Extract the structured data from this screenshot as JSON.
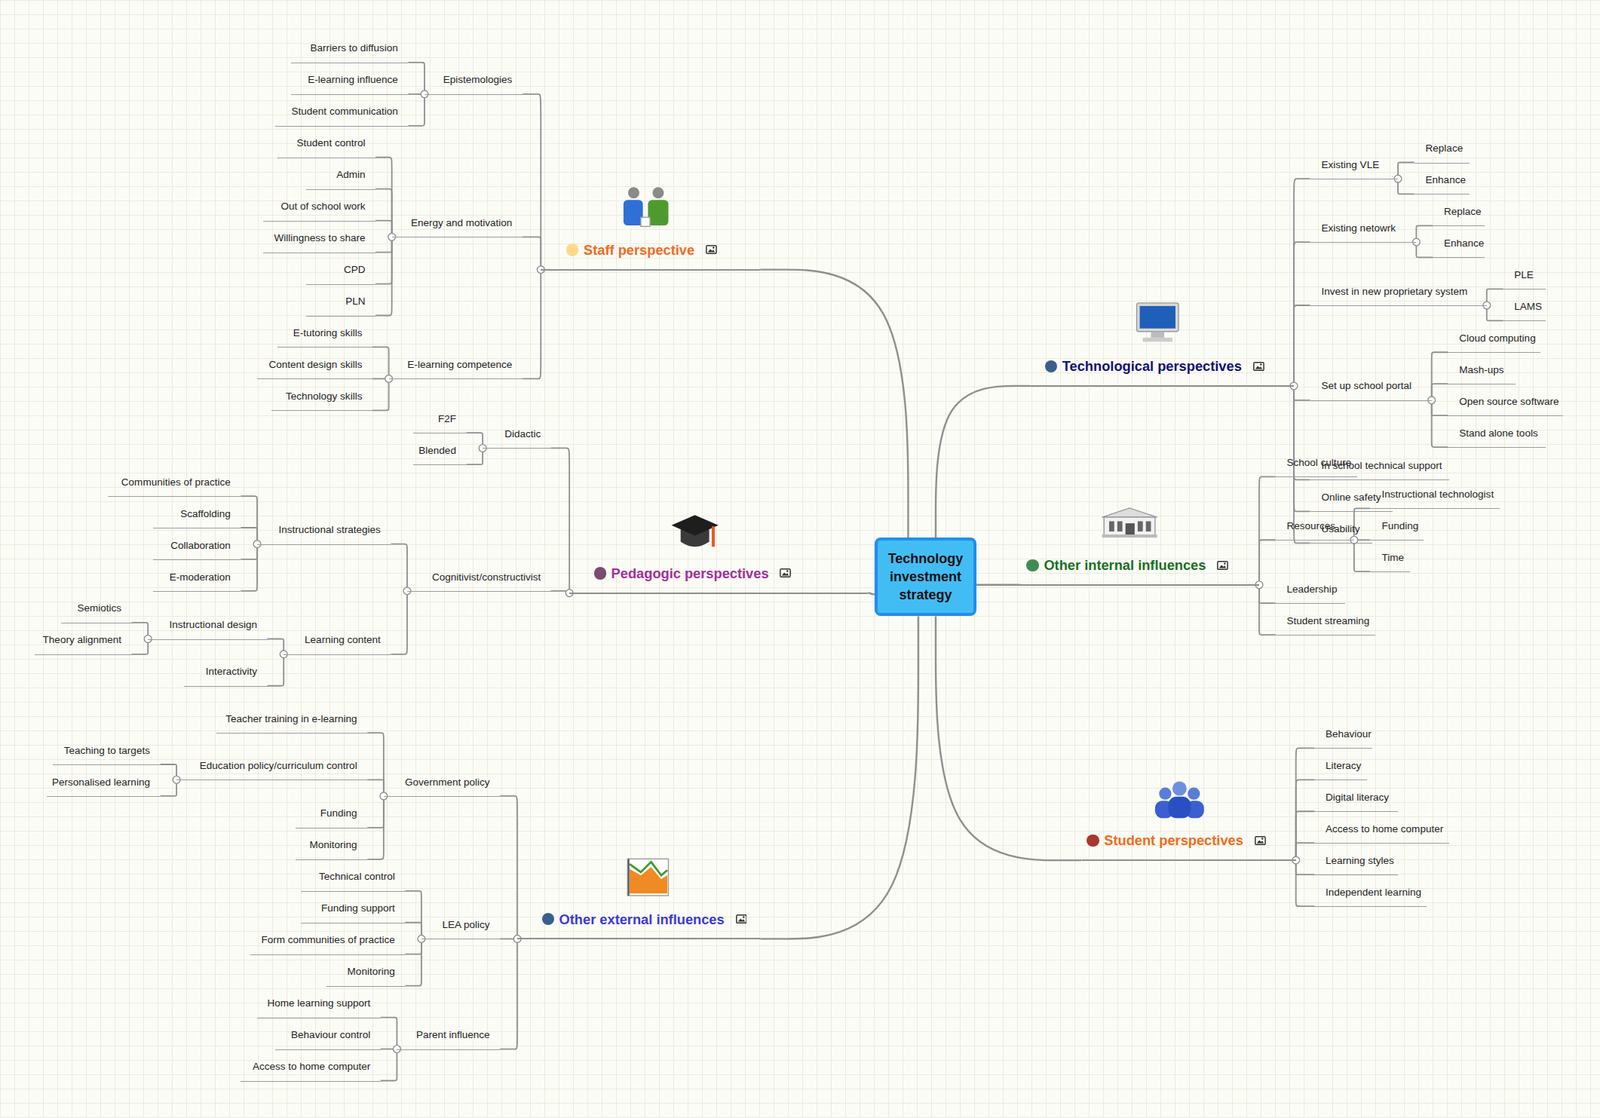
{
  "diagram": {
    "nodes": [
      {
        "text": [
          "Technology investment strategy"
        ]
      },
      {
        "text": [
          "Staff perspective"
        ]
      },
      {
        "text": [
          "Epistemologies"
        ]
      },
      {
        "text": [
          "Barriers to diffusion"
        ]
      },
      {
        "text": [
          "E-learning influence"
        ]
      },
      {
        "text": [
          "Student communication"
        ]
      },
      {
        "text": [
          "Energy and motivation"
        ]
      },
      {
        "text": [
          "Student control"
        ]
      },
      {
        "text": [
          "Admin"
        ]
      },
      {
        "text": [
          "Out of school work"
        ]
      },
      {
        "text": [
          "Willingness to share"
        ]
      },
      {
        "text": [
          "CPD"
        ]
      },
      {
        "text": [
          "PLN"
        ]
      },
      {
        "text": [
          "E-learning competence"
        ]
      },
      {
        "text": [
          "E-tutoring skills"
        ]
      },
      {
        "text": [
          "Content design skills"
        ]
      },
      {
        "text": [
          "Technology skills"
        ]
      },
      {
        "text": [
          "Pedagogic perspectives"
        ]
      },
      {
        "text": [
          "Didactic"
        ]
      },
      {
        "text": [
          "F2F"
        ]
      },
      {
        "text": [
          "Blended"
        ]
      },
      {
        "text": [
          "Cognitivist/constructivist"
        ]
      },
      {
        "text": [
          "Instructional strategies"
        ]
      },
      {
        "text": [
          "Communities of practice"
        ]
      },
      {
        "text": [
          "Scaffolding"
        ]
      },
      {
        "text": [
          "Collaboration"
        ]
      },
      {
        "text": [
          "E-moderation"
        ]
      },
      {
        "text": [
          "Learning content"
        ]
      },
      {
        "text": [
          "Instructional design"
        ]
      },
      {
        "text": [
          "Semiotics"
        ]
      },
      {
        "text": [
          "Theory alignment"
        ]
      },
      {
        "text": [
          "Interactivity"
        ]
      },
      {
        "text": [
          "Other external influences"
        ]
      },
      {
        "text": [
          "Government policy"
        ]
      },
      {
        "text": [
          "Teacher training in e-learning"
        ]
      },
      {
        "text": [
          "Education policy/curriculum control"
        ]
      },
      {
        "text": [
          "Teaching to targets"
        ]
      },
      {
        "text": [
          "Personalised learning"
        ]
      },
      {
        "text": [
          "Funding"
        ]
      },
      {
        "text": [
          "Monitoring"
        ]
      },
      {
        "text": [
          "LEA policy"
        ]
      },
      {
        "text": [
          "Technical control"
        ]
      },
      {
        "text": [
          "Funding support"
        ]
      },
      {
        "text": [
          "Form communities of practice"
        ]
      },
      {
        "text": [
          "Monitoring"
        ]
      },
      {
        "text": [
          "Parent influence"
        ]
      },
      {
        "text": [
          "Home learning support"
        ]
      },
      {
        "text": [
          "Behaviour control"
        ]
      },
      {
        "text": [
          "Access to home computer"
        ]
      },
      {
        "text": [
          "Technological perspectives"
        ]
      },
      {
        "text": [
          "Existing VLE"
        ]
      },
      {
        "text": [
          "Replace"
        ]
      },
      {
        "text": [
          "Enhance"
        ]
      },
      {
        "text": [
          "Existing netowrk"
        ]
      },
      {
        "text": [
          "Replace"
        ]
      },
      {
        "text": [
          "Enhance"
        ]
      },
      {
        "text": [
          "Invest in new proprietary system"
        ]
      },
      {
        "text": [
          "PLE"
        ]
      },
      {
        "text": [
          "LAMS"
        ]
      },
      {
        "text": [
          "Set up school portal"
        ]
      },
      {
        "text": [
          "Cloud computing"
        ]
      },
      {
        "text": [
          "Mash-ups"
        ]
      },
      {
        "text": [
          "Open source software"
        ]
      },
      {
        "text": [
          "Stand alone tools"
        ]
      },
      {
        "text": [
          "In school technical support"
        ]
      },
      {
        "text": [
          "Online safety"
        ]
      },
      {
        "text": [
          "Usability"
        ]
      },
      {
        "text": [
          "Other internal influences"
        ]
      },
      {
        "text": [
          "School culture"
        ]
      },
      {
        "text": [
          "Resources"
        ]
      },
      {
        "text": [
          "Instructional technologist"
        ]
      },
      {
        "text": [
          "Funding"
        ]
      },
      {
        "text": [
          "Time"
        ]
      },
      {
        "text": [
          "Leadership"
        ]
      },
      {
        "text": [
          "Student streaming"
        ]
      },
      {
        "text": [
          "Student perspectives"
        ]
      },
      {
        "text": [
          "Behaviour"
        ]
      },
      {
        "text": [
          "Literacy"
        ]
      },
      {
        "text": [
          "Digital literacy"
        ]
      },
      {
        "text": [
          "Access to home computer"
        ]
      },
      {
        "text": [
          "Learning styles"
        ]
      },
      {
        "text": [
          "Independent learning"
        ]
      }
    ],
    "edges": [
      {
        "from": 0,
        "to": 1,
        "arrow": "none"
      },
      {
        "from": 1,
        "to": 2,
        "arrow": "none"
      },
      {
        "from": 2,
        "to": 3,
        "arrow": "none"
      },
      {
        "from": 2,
        "to": 4,
        "arrow": "none"
      },
      {
        "from": 2,
        "to": 5,
        "arrow": "none"
      },
      {
        "from": 1,
        "to": 6,
        "arrow": "none"
      },
      {
        "from": 6,
        "to": 7,
        "arrow": "none"
      },
      {
        "from": 6,
        "to": 8,
        "arrow": "none"
      },
      {
        "from": 6,
        "to": 9,
        "arrow": "none"
      },
      {
        "from": 6,
        "to": 10,
        "arrow": "none"
      },
      {
        "from": 6,
        "to": 11,
        "arrow": "none"
      },
      {
        "from": 6,
        "to": 12,
        "arrow": "none"
      },
      {
        "from": 1,
        "to": 13,
        "arrow": "none"
      },
      {
        "from": 13,
        "to": 14,
        "arrow": "none"
      },
      {
        "from": 13,
        "to": 15,
        "arrow": "none"
      },
      {
        "from": 13,
        "to": 16,
        "arrow": "none"
      },
      {
        "from": 0,
        "to": 17,
        "arrow": "none"
      },
      {
        "from": 17,
        "to": 18,
        "arrow": "none"
      },
      {
        "from": 18,
        "to": 19,
        "arrow": "none"
      },
      {
        "from": 18,
        "to": 20,
        "arrow": "none"
      },
      {
        "from": 17,
        "to": 21,
        "arrow": "none"
      },
      {
        "from": 21,
        "to": 22,
        "arrow": "none"
      },
      {
        "from": 22,
        "to": 23,
        "arrow": "none"
      },
      {
        "from": 22,
        "to": 24,
        "arrow": "none"
      },
      {
        "from": 22,
        "to": 25,
        "arrow": "none"
      },
      {
        "from": 22,
        "to": 26,
        "arrow": "none"
      },
      {
        "from": 21,
        "to": 27,
        "arrow": "none"
      },
      {
        "from": 27,
        "to": 28,
        "arrow": "none"
      },
      {
        "from": 28,
        "to": 29,
        "arrow": "none"
      },
      {
        "from": 28,
        "to": 30,
        "arrow": "none"
      },
      {
        "from": 27,
        "to": 31,
        "arrow": "none"
      },
      {
        "from": 0,
        "to": 32,
        "arrow": "none"
      },
      {
        "from": 32,
        "to": 33,
        "arrow": "none"
      },
      {
        "from": 33,
        "to": 34,
        "arrow": "none"
      },
      {
        "from": 33,
        "to": 35,
        "arrow": "none"
      },
      {
        "from": 35,
        "to": 36,
        "arrow": "none"
      },
      {
        "from": 35,
        "to": 37,
        "arrow": "none"
      },
      {
        "from": 33,
        "to": 38,
        "arrow": "none"
      },
      {
        "from": 33,
        "to": 39,
        "arrow": "none"
      },
      {
        "from": 32,
        "to": 40,
        "arrow": "none"
      },
      {
        "from": 40,
        "to": 41,
        "arrow": "none"
      },
      {
        "from": 40,
        "to": 42,
        "arrow": "none"
      },
      {
        "from": 40,
        "to": 43,
        "arrow": "none"
      },
      {
        "from": 40,
        "to": 44,
        "arrow": "none"
      },
      {
        "from": 32,
        "to": 45,
        "arrow": "none"
      },
      {
        "from": 45,
        "to": 46,
        "arrow": "none"
      },
      {
        "from": 45,
        "to": 47,
        "arrow": "none"
      },
      {
        "from": 45,
        "to": 48,
        "arrow": "none"
      },
      {
        "from": 0,
        "to": 49,
        "arrow": "none"
      },
      {
        "from": 49,
        "to": 50,
        "arrow": "none"
      },
      {
        "from": 50,
        "to": 51,
        "arrow": "none"
      },
      {
        "from": 50,
        "to": 52,
        "arrow": "none"
      },
      {
        "from": 49,
        "to": 53,
        "arrow": "none"
      },
      {
        "from": 53,
        "to": 54,
        "arrow": "none"
      },
      {
        "from": 53,
        "to": 55,
        "arrow": "none"
      },
      {
        "from": 49,
        "to": 56,
        "arrow": "none"
      },
      {
        "from": 56,
        "to": 57,
        "arrow": "none"
      },
      {
        "from": 56,
        "to": 58,
        "arrow": "none"
      },
      {
        "from": 49,
        "to": 59,
        "arrow": "none"
      },
      {
        "from": 59,
        "to": 60,
        "arrow": "none"
      },
      {
        "from": 59,
        "to": 61,
        "arrow": "none"
      },
      {
        "from": 59,
        "to": 62,
        "arrow": "none"
      },
      {
        "from": 59,
        "to": 63,
        "arrow": "none"
      },
      {
        "from": 49,
        "to": 64,
        "arrow": "none"
      },
      {
        "from": 49,
        "to": 65,
        "arrow": "none"
      },
      {
        "from": 49,
        "to": 66,
        "arrow": "none"
      },
      {
        "from": 0,
        "to": 67,
        "arrow": "none"
      },
      {
        "from": 67,
        "to": 68,
        "arrow": "none"
      },
      {
        "from": 67,
        "to": 69,
        "arrow": "none"
      },
      {
        "from": 69,
        "to": 70,
        "arrow": "none"
      },
      {
        "from": 69,
        "to": 71,
        "arrow": "none"
      },
      {
        "from": 69,
        "to": 72,
        "arrow": "none"
      },
      {
        "from": 67,
        "to": 73,
        "arrow": "none"
      },
      {
        "from": 67,
        "to": 74,
        "arrow": "none"
      },
      {
        "from": 0,
        "to": 75,
        "arrow": "none"
      },
      {
        "from": 75,
        "to": 76,
        "arrow": "none"
      },
      {
        "from": 75,
        "to": 77,
        "arrow": "none"
      },
      {
        "from": 75,
        "to": 78,
        "arrow": "none"
      },
      {
        "from": 75,
        "to": 79,
        "arrow": "none"
      },
      {
        "from": 75,
        "to": 80,
        "arrow": "none"
      },
      {
        "from": 75,
        "to": 81,
        "arrow": "none"
      }
    ]
  }
}
